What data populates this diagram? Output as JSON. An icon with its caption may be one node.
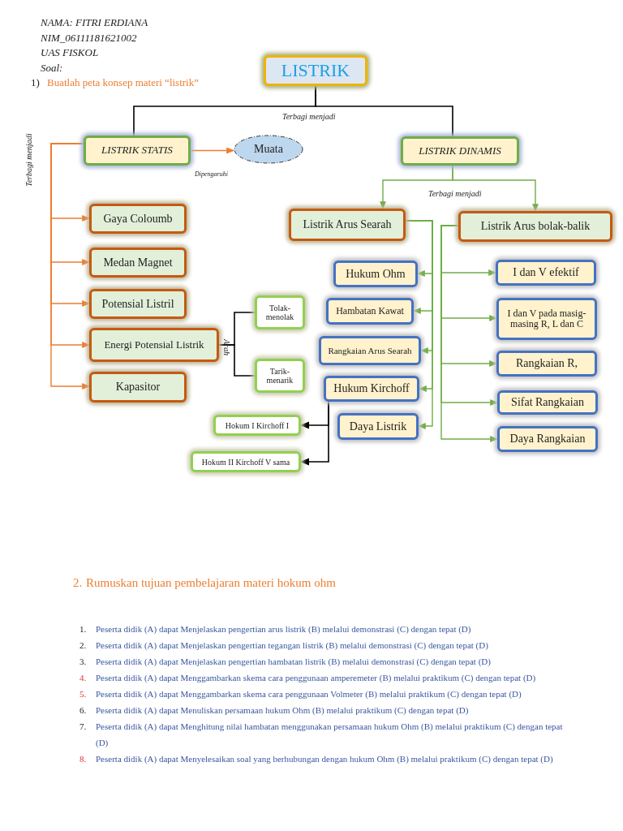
{
  "diagram": {
    "nodes": [
      {
        "text": [
          "LISTRIK"
        ]
      },
      {
        "text": [
          "LISTRIK STATIS"
        ]
      },
      {
        "text": [
          "Muata"
        ]
      },
      {
        "text": [
          "LISTRIK DINAMIS"
        ]
      },
      {
        "text": [
          "Gaya Coloumb"
        ]
      },
      {
        "text": [
          "Medan Magnet"
        ]
      },
      {
        "text": [
          "Potensial Listril"
        ]
      },
      {
        "text": [
          "Energi Potensial Listrik"
        ]
      },
      {
        "text": [
          "Kapasitor"
        ]
      },
      {
        "text": [
          "Tolak-menolak"
        ]
      },
      {
        "text": [
          "Tarik-menarik"
        ]
      },
      {
        "text": [
          "Listrik Arus Searah"
        ]
      },
      {
        "text": [
          "Listrik Arus bolak-balik"
        ]
      },
      {
        "text": [
          "Hukum Ohm"
        ]
      },
      {
        "text": [
          "Hambatan Kawat"
        ]
      },
      {
        "text": [
          "Rangkaian Arus Searah"
        ]
      },
      {
        "text": [
          "Hukum Kirchoff"
        ]
      },
      {
        "text": [
          "Daya Listrik"
        ]
      },
      {
        "text": [
          "Hokum I Kirchoff I"
        ]
      },
      {
        "text": [
          "Hokum II Kirchoff V sama"
        ]
      },
      {
        "text": [
          "I dan V efektif"
        ]
      },
      {
        "text": [
          "I dan V pada masig-masing R, L dan C"
        ]
      },
      {
        "text": [
          "Rangkaian R,"
        ]
      },
      {
        "text": [
          "Sifat Rangkaian"
        ]
      },
      {
        "text": [
          "Daya Rangkaian"
        ]
      }
    ],
    "edges": [
      {
        "from": 0,
        "to": 1,
        "arrow": "none",
        "label": "Terbagi menjadi",
        "color": "#000000"
      },
      {
        "from": 0,
        "to": 3,
        "arrow": "none",
        "color": "#000000"
      },
      {
        "from": 1,
        "to": 2,
        "arrow": "to",
        "label": "Dipengaruhi",
        "color": "#ed7d31"
      },
      {
        "from": 1,
        "to": 4,
        "arrow": "to",
        "label": "Terbagi menjadi",
        "color": "#ed7d31"
      },
      {
        "from": 1,
        "to": 5,
        "arrow": "to",
        "color": "#ed7d31"
      },
      {
        "from": 1,
        "to": 6,
        "arrow": "to",
        "color": "#ed7d31"
      },
      {
        "from": 1,
        "to": 7,
        "arrow": "to",
        "color": "#ed7d31"
      },
      {
        "from": 1,
        "to": 8,
        "arrow": "to",
        "color": "#ed7d31"
      },
      {
        "from": 3,
        "to": 11,
        "arrow": "to",
        "label": "Terbagi menjadi"
      },
      {
        "from": 3,
        "to": 12,
        "arrow": "to"
      },
      {
        "from": 7,
        "to": 9,
        "arrow": "none",
        "label": "Arah",
        "color": "#000000"
      },
      {
        "from": 7,
        "to": 10,
        "arrow": "none",
        "color": "#000000"
      },
      {
        "from": 11,
        "to": 13,
        "arrow": "to"
      },
      {
        "from": 11,
        "to": 14,
        "arrow": "to"
      },
      {
        "from": 11,
        "to": 15,
        "arrow": "to"
      },
      {
        "from": 11,
        "to": 16,
        "arrow": "to"
      },
      {
        "from": 11,
        "to": 17,
        "arrow": "to"
      },
      {
        "from": 12,
        "to": 20,
        "arrow": "to"
      },
      {
        "from": 12,
        "to": 21,
        "arrow": "to"
      },
      {
        "from": 12,
        "to": 22,
        "arrow": "to"
      },
      {
        "from": 12,
        "to": 23,
        "arrow": "to"
      },
      {
        "from": 12,
        "to": 24,
        "arrow": "to"
      },
      {
        "from": 16,
        "to": 18,
        "arrow": "to",
        "color": "#000000"
      },
      {
        "from": 16,
        "to": 19,
        "arrow": "to",
        "color": "#000000"
      }
    ],
    "labels": [
      "NAMA: FITRI ERDIANA",
      "NIM_06111181621002",
      "UAS  FISKOL",
      "Soal:",
      "1)",
      "Buatlah peta konsep materi “listrik”",
      "2.",
      "Rumuskan tujuan pembelajaran materi hokum ohm",
      "1.",
      "Peserta didik (A) dapat Menjelaskan pengertian arus listrik (B) melalui demonstrasi (C) dengan tepat (D)",
      "2.",
      "Peserta didik (A) dapat Menjelaskan pengertian tegangan listrik (B) melalui demonstrasi (C) dengan tepat (D)",
      "3.",
      "Peserta didik (A) dapat Menjelaskan pengertian hambatan listrik (B) melalui demonstrasi (C) dengan tepat (D)",
      "4.",
      "Peserta didik (A) dapat Menggambarkan skema cara penggunaan amperemeter (B) melalui praktikum (C) dengan tepat (D)",
      "5.",
      "Peserta didik (A) dapat Menggambarkan skema cara penggunaan Volmeter (B) melalui praktikum (C) dengan tepat (D)",
      "6.",
      "Peserta didik (A) dapat Menuliskan persamaan hukum Ohm (B) melalui praktikum (C) dengan tepat (D)",
      "7.",
      "Peserta didik (A) dapat Menghitung nilai hambatan menggunakan persamaan hukum Ohm (B) melalui praktikum (C) dengan tepat (D)",
      "8.",
      "Peserta didik (A) dapat Menyelesaikan soal yang berhubungan dengan hukum Ohm (B) melalui praktikum (C) dengan tepat (D)"
    ]
  }
}
